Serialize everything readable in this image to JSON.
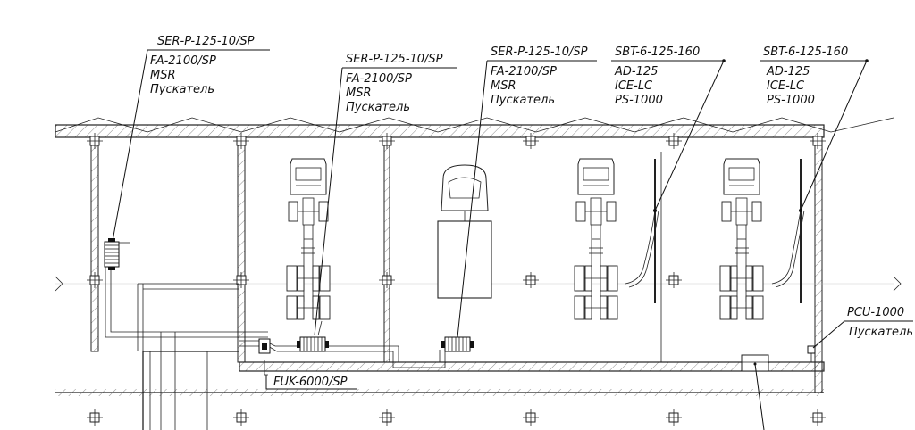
{
  "labels": {
    "reel1": {
      "model": "SER-P-125-10/SP",
      "line1": "FA-2100/SP",
      "line2": "MSR",
      "line3": "Пускатель"
    },
    "reel2": {
      "model": "SER-P-125-10/SP",
      "line1": "FA-2100/SP",
      "line2": "MSR",
      "line3": "Пускатель"
    },
    "reel3": {
      "model": "SER-P-125-10/SP",
      "line1": "FA-2100/SP",
      "line2": "MSR",
      "line3": "Пускатель"
    },
    "hose1": {
      "model": "SBT-6-125-160",
      "line1": "AD-125",
      "line2": "ICE-LC",
      "line3": "PS-1000"
    },
    "hose2": {
      "model": "SBT-6-125-160",
      "line1": "AD-125",
      "line2": "ICE-LC",
      "line3": "PS-1000"
    },
    "pcu": {
      "model": "PCU-1000",
      "line1": "Пускатель"
    },
    "fan": {
      "model": "FUK-6000/SP"
    }
  }
}
